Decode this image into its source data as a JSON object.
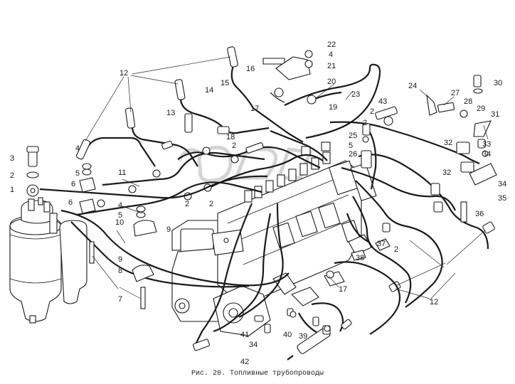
{
  "caption": "Рис. 20. Топливные трубопроводы",
  "callouts": {
    "c1": "1",
    "c2a": "2",
    "c2b": "2",
    "c2c": "2",
    "c2d": "2",
    "c2e": "2",
    "c2f": "2",
    "c2g": "2",
    "c3": "3",
    "c4a": "4",
    "c4b": "4",
    "c4c": "4",
    "c5a": "5",
    "c5b": "5",
    "c5c": "5",
    "c6a": "6",
    "c6b": "6",
    "c7": "7",
    "c8": "8",
    "c9a": "9",
    "c9b": "9",
    "c10": "10",
    "c11": "11",
    "c12a": "12",
    "c12b": "12",
    "c13": "13",
    "c14": "14",
    "c15": "15",
    "c16": "16",
    "c17a": "17",
    "c17b": "17",
    "c18": "18",
    "c19": "19",
    "c20": "20",
    "c21": "21",
    "c22": "22",
    "c23": "23",
    "c24": "24",
    "c25": "25",
    "c26": "26",
    "c27": "27",
    "c28": "28",
    "c29": "29",
    "c30": "30",
    "c31": "31",
    "c32a": "32",
    "c32b": "32",
    "c33": "33",
    "c34a": "34",
    "c34b": "34",
    "c34c": "34",
    "c35": "35",
    "c36": "36",
    "c37": "37",
    "c38": "38",
    "c39": "39",
    "c40": "40",
    "c41": "41",
    "c42": "42",
    "c43": "43"
  }
}
